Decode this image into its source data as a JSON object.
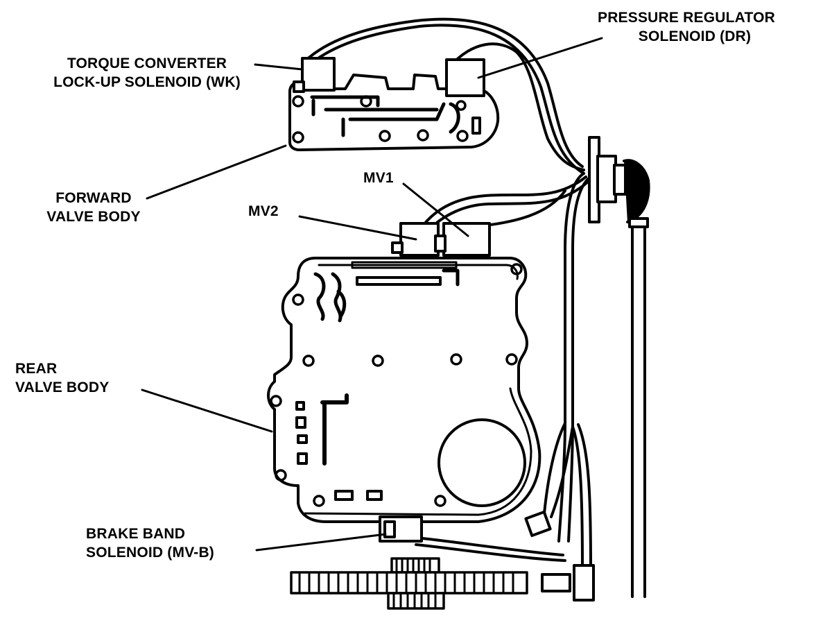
{
  "labels": {
    "torque_converter": [
      "TORQUE CONVERTER",
      "LOCK-UP SOLENOID (WK)"
    ],
    "pressure_regulator": [
      "PRESSURE REGULATOR",
      "SOLENOID (DR)"
    ],
    "forward_valve_body": [
      "FORWARD",
      "VALVE BODY"
    ],
    "mv1": "MV1",
    "mv2": "MV2",
    "rear_valve_body": [
      "REAR",
      "VALVE BODY"
    ],
    "brake_band": [
      "BRAKE BAND",
      "SOLENOID (MV-B)"
    ]
  },
  "colors": {
    "ink": "#000000",
    "paper": "#ffffff"
  }
}
